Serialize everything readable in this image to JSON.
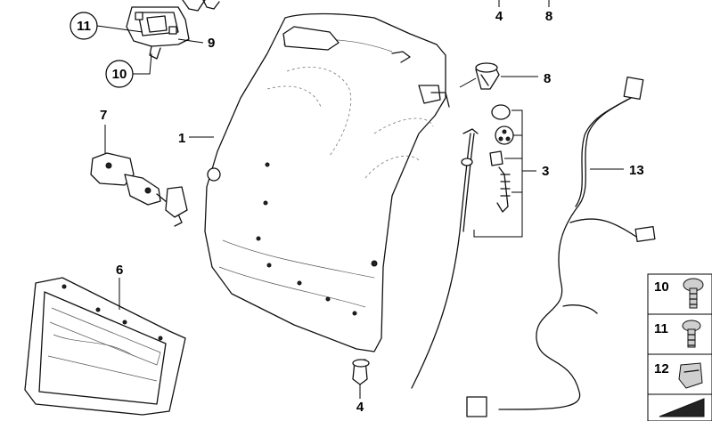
{
  "callouts": {
    "c1": "1",
    "c3": "3",
    "c4_top": "4",
    "c4_bottom": "4",
    "c6": "6",
    "c7": "7",
    "c8_top": "8",
    "c8_mid": "8",
    "c9": "9",
    "c10": "10",
    "c11": "11",
    "c13": "13"
  },
  "legend": [
    {
      "number": "10",
      "icon": "bolt-icon"
    },
    {
      "number": "11",
      "icon": "screw-icon"
    },
    {
      "number": "12",
      "icon": "clip-icon"
    },
    {
      "number": "",
      "icon": "wedge-icon"
    }
  ]
}
